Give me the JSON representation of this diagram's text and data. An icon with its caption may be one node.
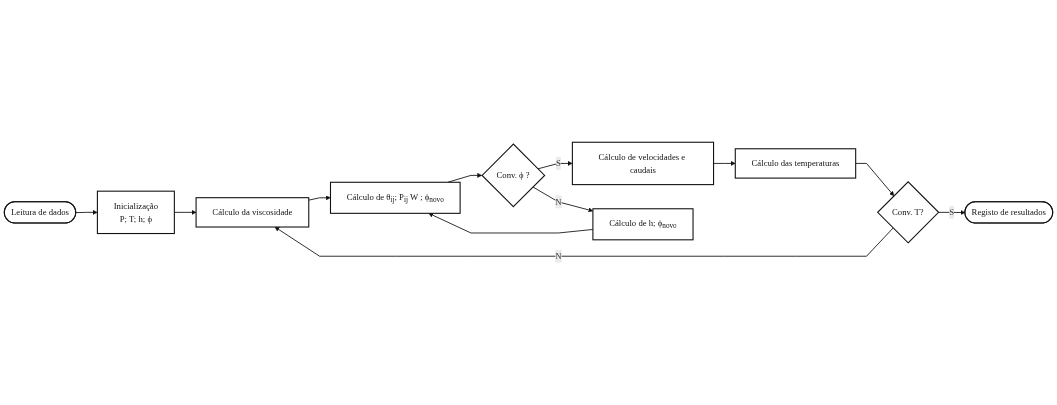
{
  "diagram": {
    "nodes": [
      {
        "text": [
          "Leitura de dados"
        ]
      },
      {
        "text": [
          "Inicialização",
          "P; T; h; ϕ"
        ]
      },
      {
        "text": [
          "Cálculo da viscosidade"
        ]
      },
      {
        "text": [
          "Cálculo de θ$_{ij}$; P$_{ij}$ W ; ϕ$_{novo}$"
        ]
      },
      {
        "text": [
          "Conv. ϕ ?"
        ]
      },
      {
        "text": [
          "Cálculo de h; ϕ$_{novo}$"
        ]
      },
      {
        "text": [
          "Cálculo de velocidades e caudais"
        ]
      },
      {
        "text": [
          "Cálculo das temperaturas"
        ]
      },
      {
        "text": [
          "Conv. T?"
        ]
      },
      {
        "text": [
          "Registo de resultados"
        ]
      }
    ],
    "edges": [
      {
        "from": 0,
        "to": 1,
        "arrow": "to"
      },
      {
        "from": 1,
        "to": 2,
        "arrow": "to"
      },
      {
        "from": 2,
        "to": 3,
        "arrow": "to"
      },
      {
        "from": 3,
        "to": 4,
        "arrow": "to"
      },
      {
        "from": 4,
        "to": 6,
        "arrow": "to",
        "label": "S"
      },
      {
        "from": 4,
        "to": 5,
        "arrow": "to",
        "label": "N"
      },
      {
        "from": 5,
        "to": 3,
        "arrow": "to"
      },
      {
        "from": 6,
        "to": 7,
        "arrow": "to"
      },
      {
        "from": 7,
        "to": 8,
        "arrow": "to"
      },
      {
        "from": 8,
        "to": 9,
        "arrow": "to",
        "label": "S"
      },
      {
        "from": 8,
        "to": 2,
        "arrow": "to",
        "label": "N"
      }
    ]
  }
}
